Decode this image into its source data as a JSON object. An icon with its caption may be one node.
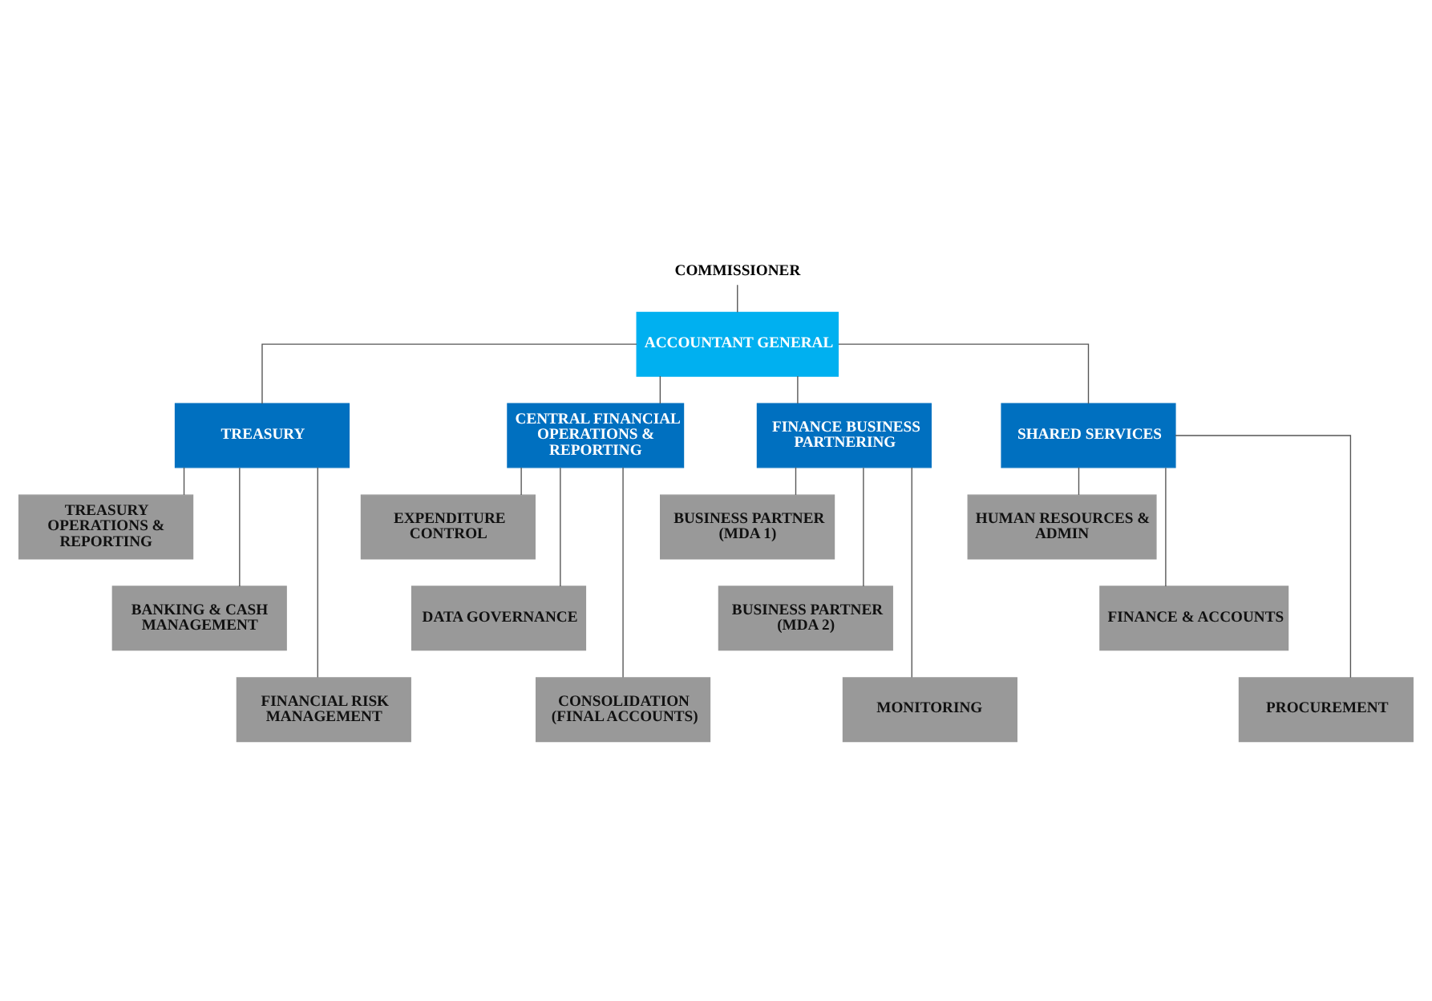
{
  "diagram": {
    "nodes": [
      {
        "text": [
          "COMMISSIONER"
        ]
      },
      {
        "text": [
          "ACCOUNTANT GENERAL"
        ]
      },
      {
        "text": [
          "TREASURY"
        ]
      },
      {
        "text": [
          "CENTRAL FINANCIAL OPERATIONS & REPORTING"
        ]
      },
      {
        "text": [
          "FINANCE BUSINESS PARTNERING"
        ]
      },
      {
        "text": [
          "SHARED SERVICES"
        ]
      },
      {
        "text": [
          "TREASURY OPERATIONS & REPORTING"
        ]
      },
      {
        "text": [
          "BANKING & CASH MANAGEMENT"
        ]
      },
      {
        "text": [
          "FINANCIAL RISK MANAGEMENT"
        ]
      },
      {
        "text": [
          "EXPENDITURE CONTROL"
        ]
      },
      {
        "text": [
          "DATA GOVERNANCE"
        ]
      },
      {
        "text": [
          "CONSOLIDATION (FINAL ACCOUNTS)"
        ]
      },
      {
        "text": [
          "BUSINESS PARTNER (MDA 1)"
        ]
      },
      {
        "text": [
          "BUSINESS PARTNER (MDA 2)"
        ]
      },
      {
        "text": [
          "MONITORING"
        ]
      },
      {
        "text": [
          "HUMAN RESOURCES & ADMIN"
        ]
      },
      {
        "text": [
          "FINANCE & ACCOUNTS"
        ]
      },
      {
        "text": [
          "PROCUREMENT"
        ]
      }
    ],
    "edges": [
      {
        "from": 0,
        "to": 1,
        "arrow": "none"
      },
      {
        "from": 1,
        "to": 2,
        "arrow": "none"
      },
      {
        "from": 1,
        "to": 3,
        "arrow": "none"
      },
      {
        "from": 1,
        "to": 4,
        "arrow": "none"
      },
      {
        "from": 1,
        "to": 5,
        "arrow": "none"
      },
      {
        "from": 2,
        "to": 6,
        "arrow": "none"
      },
      {
        "from": 2,
        "to": 7,
        "arrow": "none"
      },
      {
        "from": 2,
        "to": 8,
        "arrow": "none"
      },
      {
        "from": 3,
        "to": 9,
        "arrow": "none"
      },
      {
        "from": 3,
        "to": 10,
        "arrow": "none"
      },
      {
        "from": 3,
        "to": 11,
        "arrow": "none"
      },
      {
        "from": 4,
        "to": 12,
        "arrow": "none"
      },
      {
        "from": 4,
        "to": 13,
        "arrow": "none"
      },
      {
        "from": 4,
        "to": 14,
        "arrow": "none"
      },
      {
        "from": 5,
        "to": 15,
        "arrow": "none"
      },
      {
        "from": 5,
        "to": 16,
        "arrow": "none"
      },
      {
        "from": 5,
        "to": 17,
        "arrow": "none"
      }
    ]
  }
}
